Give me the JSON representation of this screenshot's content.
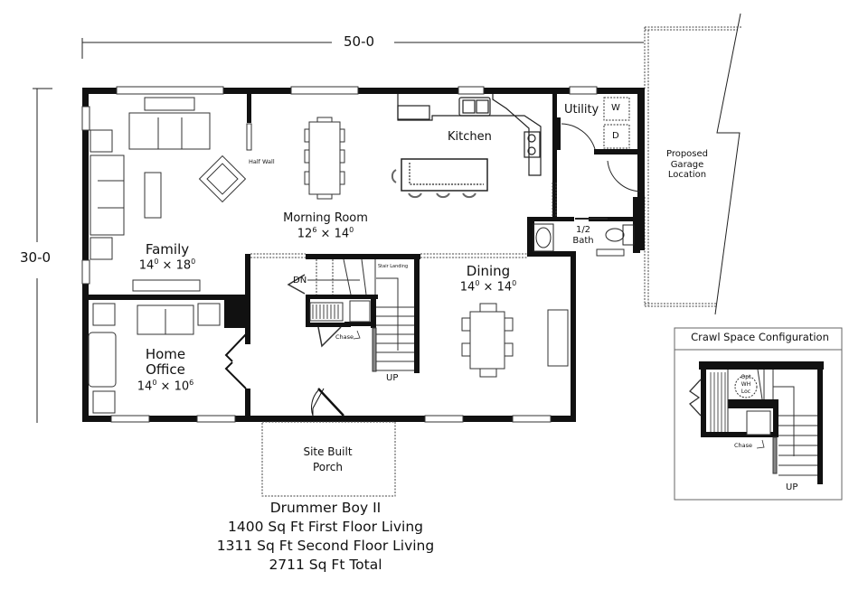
{
  "plan": {
    "name": "Drummer Boy II",
    "dimensions": {
      "width_label": "50-0",
      "depth_label": "30-0"
    },
    "rooms": [
      {
        "id": "family",
        "name": "Family",
        "size_a": "14",
        "sup_a": "0",
        "size_b": "18",
        "sup_b": "0"
      },
      {
        "id": "morning-room",
        "name": "Morning Room",
        "size_a": "12",
        "sup_a": "6",
        "size_b": "14",
        "sup_b": "0"
      },
      {
        "id": "kitchen",
        "name": "Kitchen"
      },
      {
        "id": "utility",
        "name": "Utility"
      },
      {
        "id": "half-bath",
        "name_line1": "1/2",
        "name_line2": "Bath"
      },
      {
        "id": "dining",
        "name": "Dining",
        "size_a": "14",
        "sup_a": "0",
        "size_b": "14",
        "sup_b": "0"
      },
      {
        "id": "home-office",
        "name_line1": "Home",
        "name_line2": "Office",
        "size_a": "14",
        "sup_a": "0",
        "size_b": "10",
        "sup_b": "6"
      }
    ],
    "annotations": {
      "half_wall": "Half Wall",
      "stair_landing": "Stair Landing",
      "dn": "DN",
      "up": "UP",
      "chase": "Chase",
      "washer": "W",
      "dryer": "D",
      "times": "×"
    },
    "exterior": {
      "garage_line1": "Proposed",
      "garage_line2": "Garage",
      "garage_line3": "Location",
      "porch_line1": "Site Built",
      "porch_line2": "Porch"
    },
    "summary": [
      "Drummer Boy II",
      "1400 Sq Ft First Floor Living",
      "1311 Sq Ft Second Floor Living",
      "2711 Sq Ft Total"
    ],
    "crawl_space": {
      "title": "Crawl Space Configuration",
      "wh_line1": "Opt",
      "wh_line2": "WH",
      "wh_line3": "Loc",
      "chase": "Chase",
      "up": "UP"
    }
  }
}
